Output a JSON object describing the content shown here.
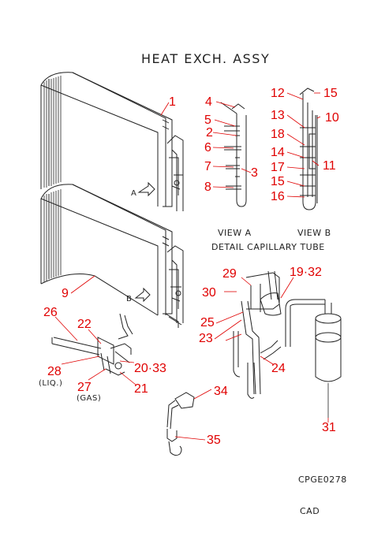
{
  "title": "HEAT EXCH. ASSY",
  "view_a": "VIEW A",
  "view_b": "VIEW B",
  "subtitle": "DETAIL CAPILLARY TUBE",
  "drawing_code": "CPGE0278",
  "footer": "CAD",
  "view_marks": {
    "a": "A",
    "b": "B"
  },
  "notes": {
    "liq": "(LIQ.)",
    "gas": "(GAS)"
  },
  "callouts": {
    "c1": "1",
    "c2": "2",
    "c3": "3",
    "c4": "4",
    "c5": "5",
    "c6": "6",
    "c7": "7",
    "c8": "8",
    "c9": "9",
    "c10": "10",
    "c11": "11",
    "c12": "12",
    "c13": "13",
    "c14": "14",
    "c15a": "15",
    "c15b": "15",
    "c16": "16",
    "c17": "17",
    "c18": "18",
    "c19_32": "19·32",
    "c20_33": "20·33",
    "c21": "21",
    "c22": "22",
    "c23": "23",
    "c24": "24",
    "c25": "25",
    "c26": "26",
    "c27": "27",
    "c28": "28",
    "c29": "29",
    "c30": "30",
    "c31": "31",
    "c34": "34",
    "c35": "35"
  }
}
